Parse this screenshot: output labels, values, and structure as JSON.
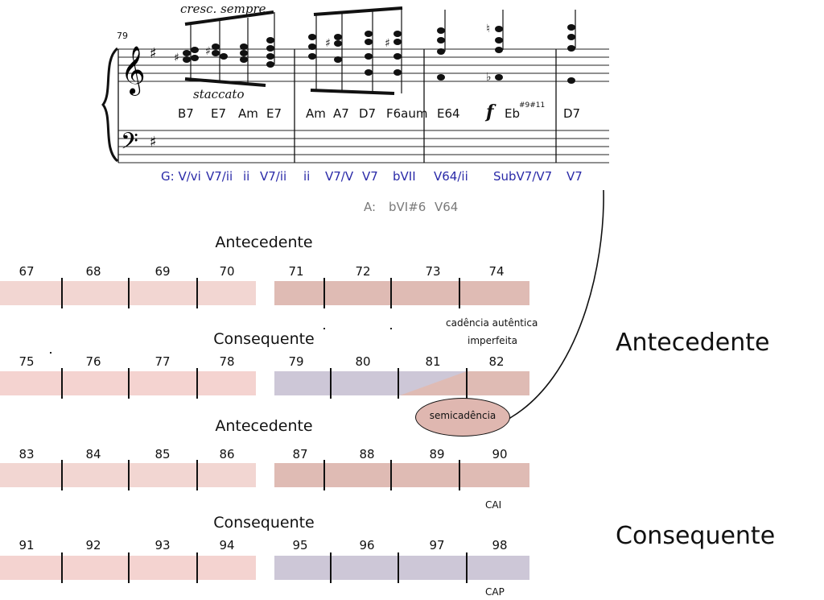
{
  "score": {
    "measure_number": "79",
    "directions": {
      "cresc": "cresc. sempre",
      "staccato": "staccato"
    },
    "chords": [
      "B7",
      "E7",
      "Am",
      "E7",
      "Am",
      "A7",
      "D7",
      "F6aum",
      "E64",
      "Eb",
      "D7"
    ],
    "eb_superscript": "#9#11",
    "forte": "f",
    "roman_key": "G: V/vi",
    "romans": [
      "V7/ii",
      "ii",
      "V7/ii",
      "ii",
      "V7/V",
      "V7",
      "bVII",
      "V64/ii",
      "SubV7/V7",
      "V7"
    ],
    "alt_analysis": [
      "A:",
      "bVI#6",
      "V64"
    ]
  },
  "colors": {
    "antecedent_light": "#f2d6d2",
    "antecedent_dark": "#dfbbb4",
    "consequent_light": "#f4d3d0",
    "consequent_purple": "#cdc7d7",
    "roman_blue": "#2a2aa8",
    "ellipse_fill": "#dfb7b0"
  },
  "rows": [
    {
      "title": "Antecedente",
      "measures": [
        "67",
        "68",
        "69",
        "70",
        "71",
        "72",
        "73",
        "74"
      ],
      "note": "cadência autêntica",
      "note2": "imperfeita"
    },
    {
      "title": "Consequente",
      "measures": [
        "75",
        "76",
        "77",
        "78",
        "79",
        "80",
        "81",
        "82"
      ],
      "callout": "semicadência"
    },
    {
      "title": "Antecedente",
      "measures": [
        "83",
        "84",
        "85",
        "86",
        "87",
        "88",
        "89",
        "90"
      ],
      "note": "CAI"
    },
    {
      "title": "Consequente",
      "measures": [
        "91",
        "92",
        "93",
        "94",
        "95",
        "96",
        "97",
        "98"
      ],
      "note": "CAP"
    }
  ],
  "side_labels": {
    "top": "Antecedente",
    "bottom": "Consequente"
  }
}
